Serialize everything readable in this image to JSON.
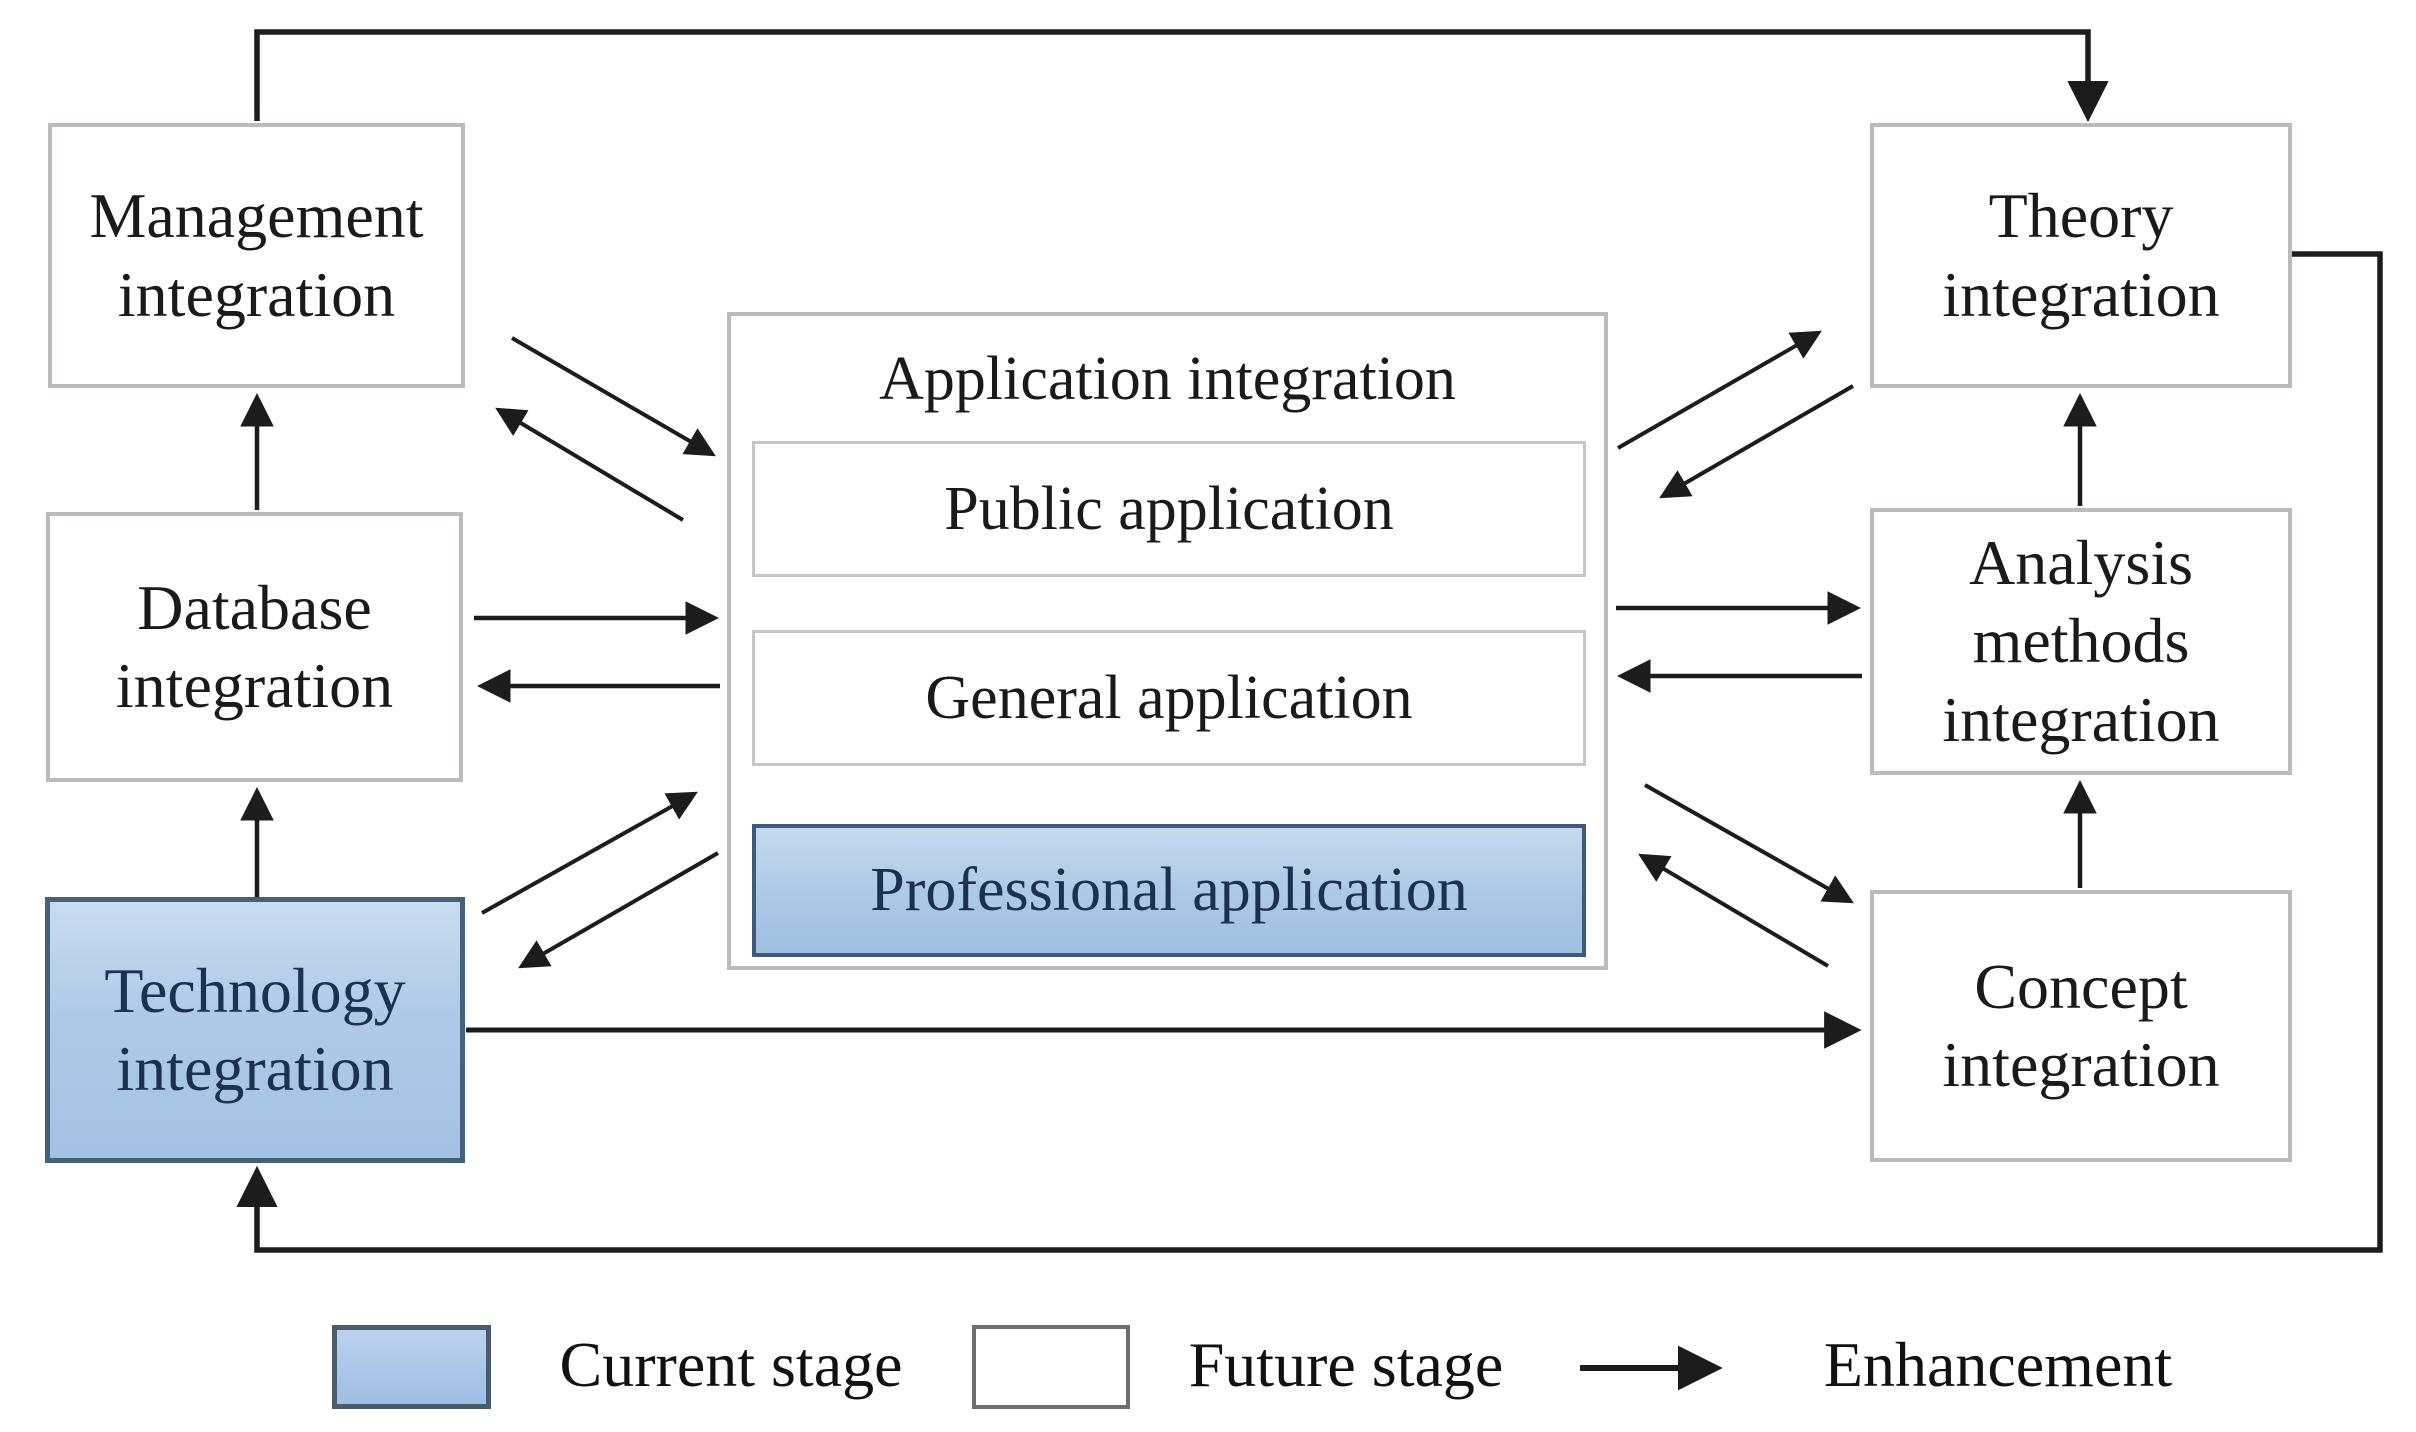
{
  "nodes": {
    "management": {
      "label": "Management integration",
      "stage": "future"
    },
    "database": {
      "label": "Database integration",
      "stage": "future"
    },
    "technology": {
      "label": "Technology integration",
      "stage": "current"
    },
    "application": {
      "label": "Application integration",
      "stage": "future"
    },
    "public": {
      "label": "Public application",
      "stage": "future"
    },
    "general": {
      "label": "General application",
      "stage": "future"
    },
    "professional": {
      "label": "Professional application",
      "stage": "current"
    },
    "theory": {
      "label": "Theory integration",
      "stage": "future"
    },
    "analysis": {
      "label": "Analysis methods integration",
      "stage": "future"
    },
    "concept": {
      "label": "Concept integration",
      "stage": "future"
    }
  },
  "edges": [
    {
      "from": "Management integration",
      "to": "Theory integration"
    },
    {
      "from": "Theory integration",
      "to": "Technology integration"
    },
    {
      "from": "Technology integration",
      "to": "Database integration"
    },
    {
      "from": "Database integration",
      "to": "Management integration"
    },
    {
      "from": "Concept integration",
      "to": "Analysis methods integration"
    },
    {
      "from": "Analysis methods integration",
      "to": "Theory integration"
    },
    {
      "from": "Technology integration",
      "to": "Concept integration"
    },
    {
      "from": "Database integration",
      "to": "Application integration",
      "bidirectional": true
    },
    {
      "from": "Application integration",
      "to": "Analysis methods integration",
      "bidirectional": true
    },
    {
      "from": "Management integration",
      "to": "Application integration",
      "bidirectional": true
    },
    {
      "from": "Technology integration",
      "to": "Application integration",
      "bidirectional": true
    },
    {
      "from": "Application integration",
      "to": "Theory integration",
      "bidirectional": true
    },
    {
      "from": "Application integration",
      "to": "Concept integration",
      "bidirectional": true
    }
  ],
  "legend": {
    "current_label": "Current stage",
    "future_label": "Future stage",
    "enhancement_label": "Enhancement"
  },
  "colors": {
    "current_fill": "#abc8e7",
    "current_border": "#45607a",
    "current_text": "#1b3152",
    "future_fill": "#ffffff",
    "future_border": "#b9bcbe",
    "arrow": "#1c1c1c"
  }
}
